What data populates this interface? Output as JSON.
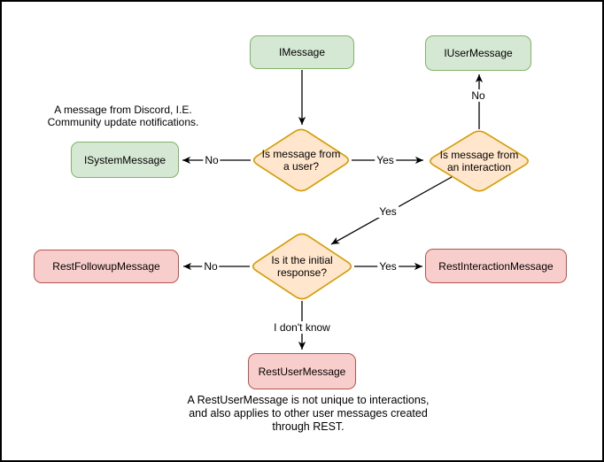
{
  "diagram": {
    "nodes": {
      "imessage": {
        "label": "IMessage"
      },
      "iusermessage": {
        "label": "IUserMessage"
      },
      "isystemmessage": {
        "label": "ISystemMessage"
      },
      "restfollowupmessage": {
        "label": "RestFollowupMessage"
      },
      "restinteractionmessage": {
        "label": "RestInteractionMessage"
      },
      "restusermessage": {
        "label": "RestUserMessage"
      }
    },
    "decisions": {
      "from_user": {
        "lines": [
          "Is message from",
          "a user?"
        ]
      },
      "from_interaction": {
        "lines": [
          "Is message from",
          "an interaction"
        ]
      },
      "initial_response": {
        "lines": [
          "Is it the initial",
          "response?"
        ]
      }
    },
    "edge_labels": {
      "user_no": "No",
      "user_yes": "Yes",
      "interaction_no": "No",
      "interaction_yes": "Yes",
      "initial_no": "No",
      "initial_yes": "Yes",
      "initial_unknown": "I don't know"
    },
    "notes": {
      "system_note_lines": [
        "A message from Discord, I.E.",
        "Community update notifications."
      ],
      "restuser_note_lines": [
        "A RestUserMessage is not unique to interactions,",
        "and also applies to other user messages created",
        "through REST."
      ]
    },
    "colors": {
      "interface_fill": "#d5e8d4",
      "interface_border": "#82b366",
      "decision_fill": "#ffe6cc",
      "decision_border": "#d79b00",
      "rest_fill": "#f8cecc",
      "rest_border": "#b85450",
      "edge": "#000000"
    }
  }
}
